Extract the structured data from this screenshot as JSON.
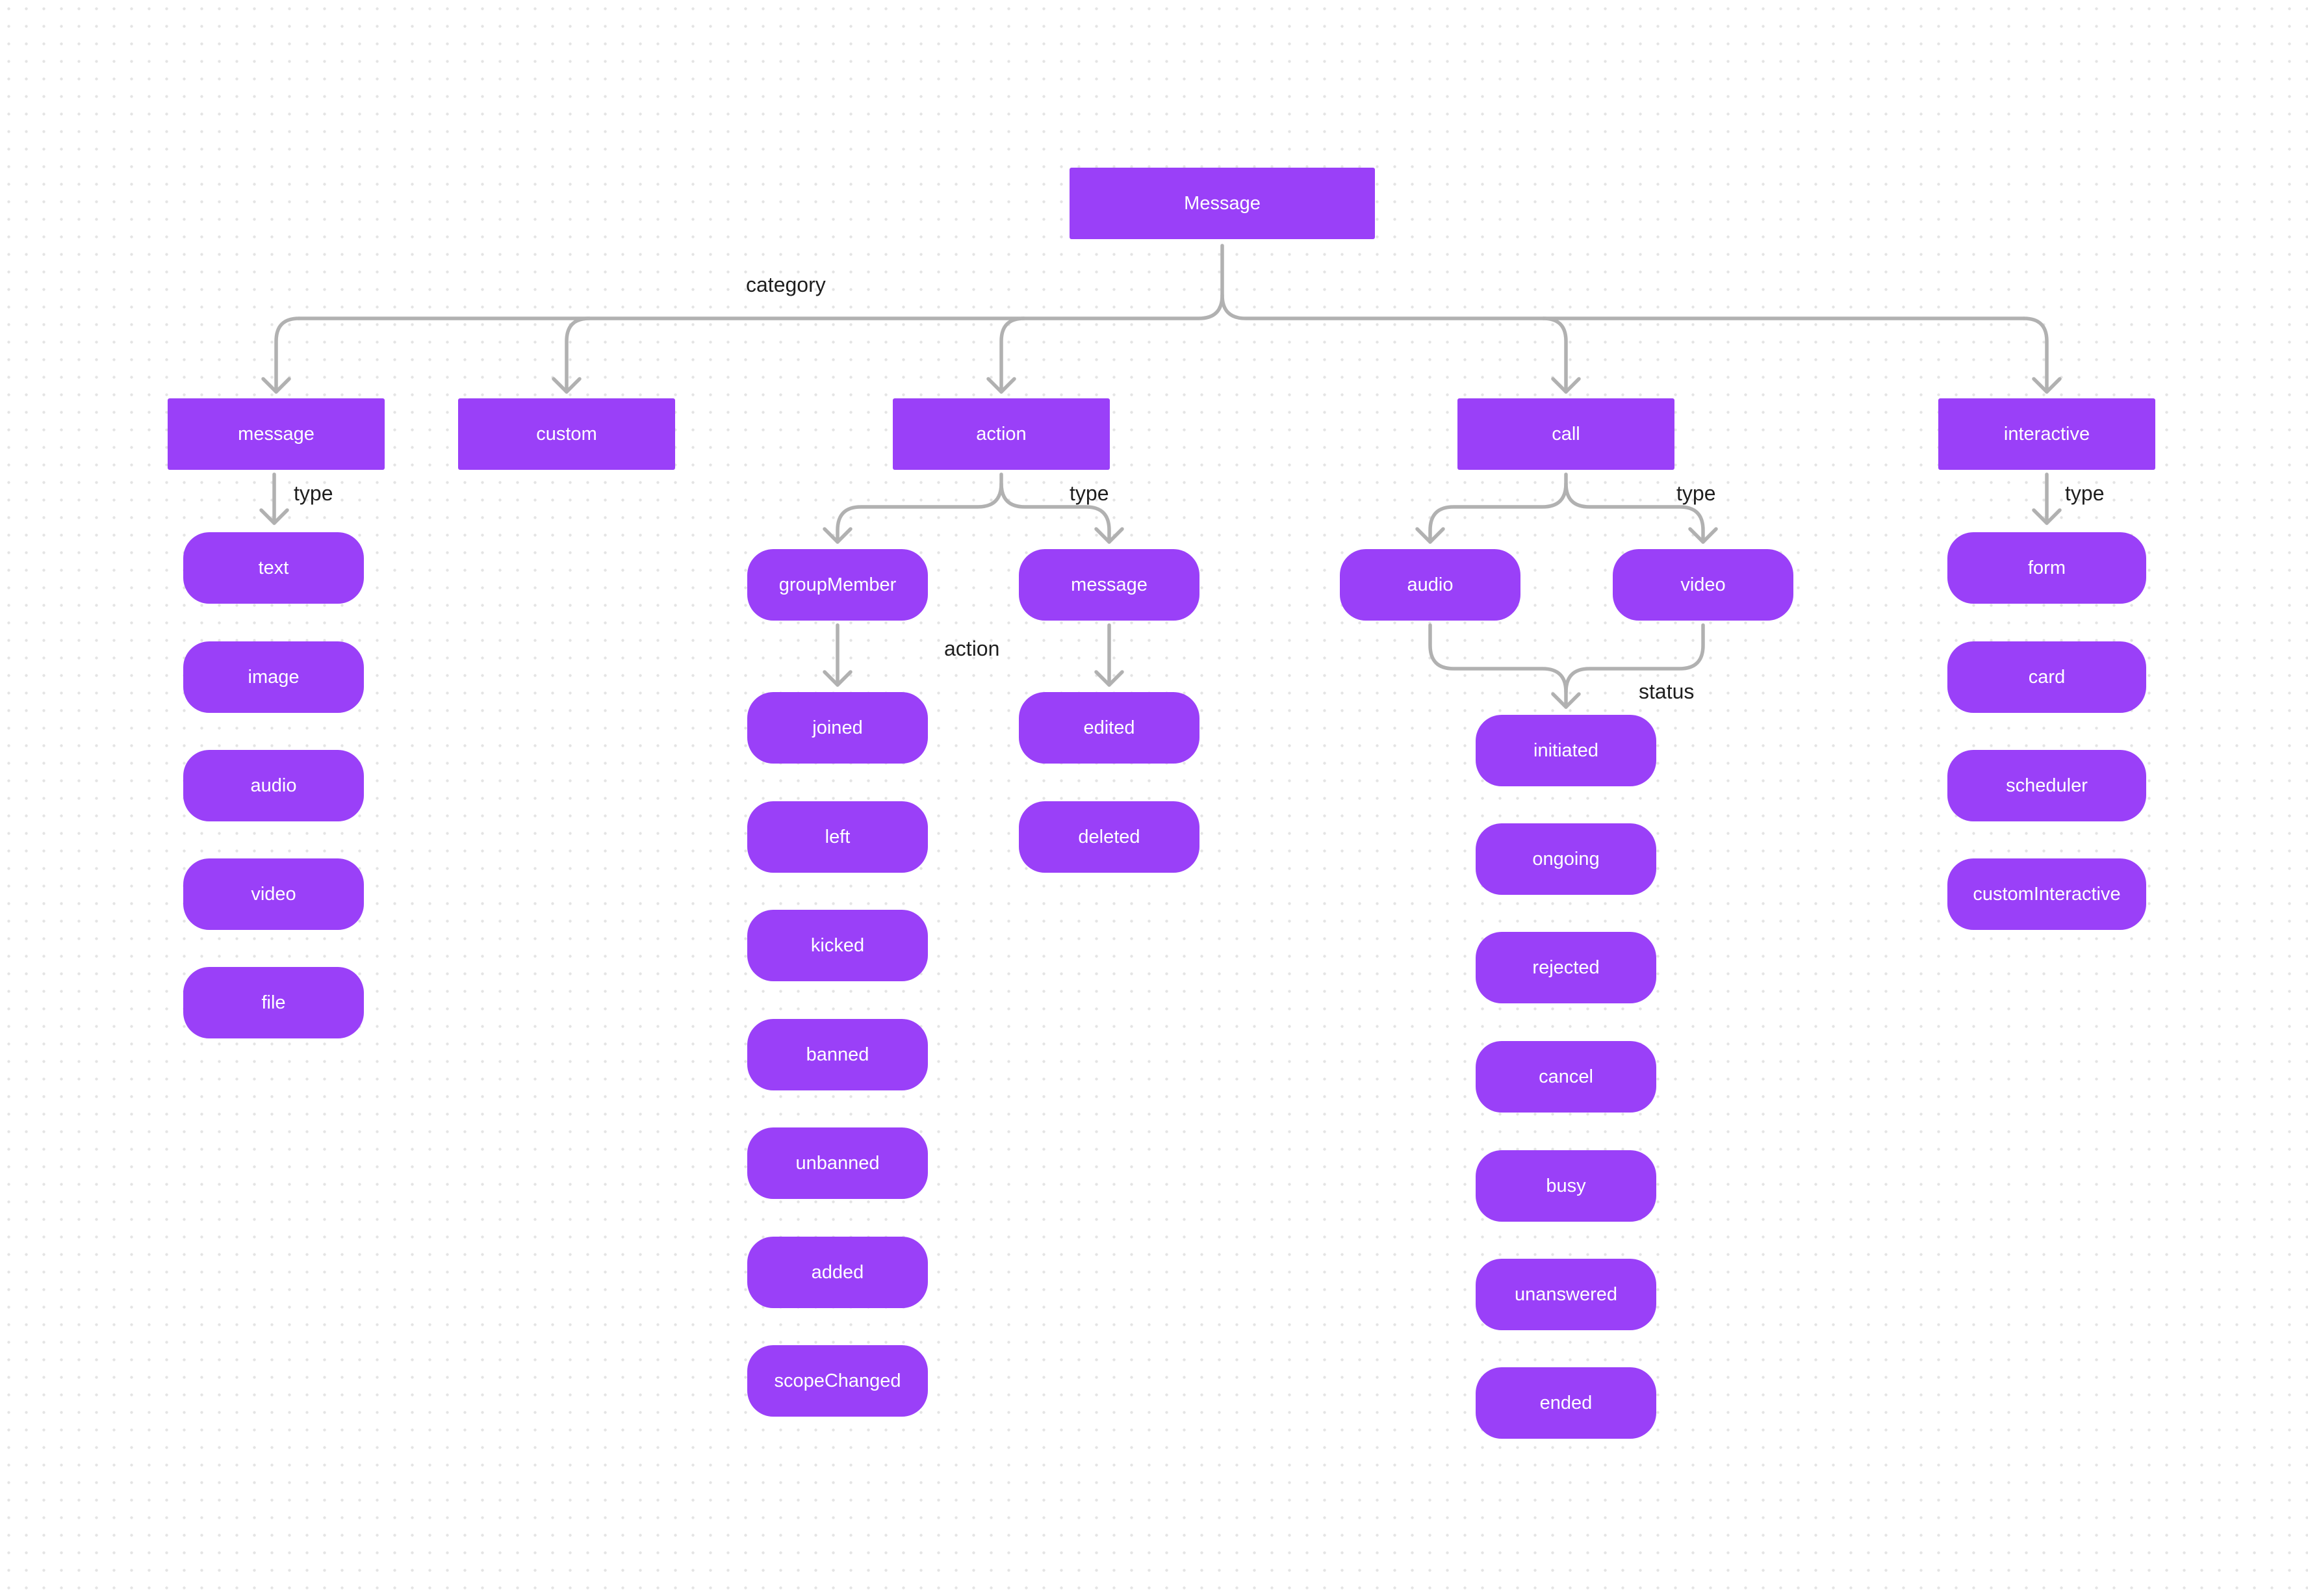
{
  "theme": {
    "node_color": "#9a40f8",
    "connector_color": "#b1b1b1",
    "label_color": "#1e1e1e"
  },
  "root": {
    "label": "Message"
  },
  "root_edge_label": "category",
  "categories": [
    {
      "id": "message",
      "label": "message",
      "edge_label": "type",
      "children": [
        "text",
        "image",
        "audio",
        "video",
        "file"
      ]
    },
    {
      "id": "custom",
      "label": "custom",
      "edge_label": "",
      "children": []
    },
    {
      "id": "action",
      "label": "action",
      "edge_label": "type",
      "groups": [
        {
          "id": "groupMember",
          "label": "groupMember",
          "edge_label": "action",
          "children": [
            "joined",
            "left",
            "kicked",
            "banned",
            "unbanned",
            "added",
            "scopeChanged"
          ]
        },
        {
          "id": "action-message",
          "label": "message",
          "children": [
            "edited",
            "deleted"
          ]
        }
      ]
    },
    {
      "id": "call",
      "label": "call",
      "edge_label": "type",
      "types": [
        "audio",
        "video"
      ],
      "status_label": "status",
      "statuses": [
        "initiated",
        "ongoing",
        "rejected",
        "cancel",
        "busy",
        "unanswered",
        "ended"
      ]
    },
    {
      "id": "interactive",
      "label": "interactive",
      "edge_label": "type",
      "children": [
        "form",
        "card",
        "scheduler",
        "customInteractive"
      ]
    }
  ]
}
